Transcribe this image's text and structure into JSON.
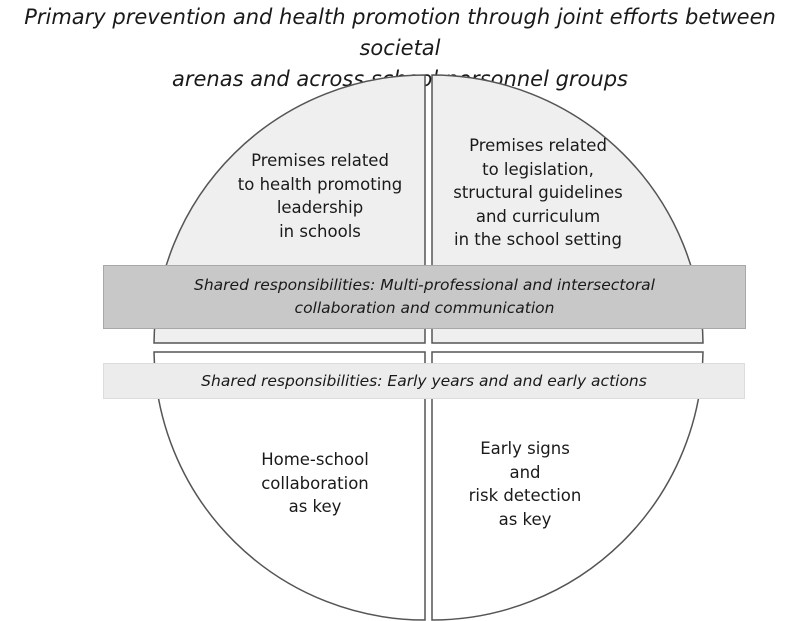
{
  "title": {
    "line1": "Primary prevention and health promotion through joint efforts between societal",
    "line2": "arenas and across school personnel groups"
  },
  "quadrants": {
    "top_left": [
      "Premises related",
      "to health promoting",
      "leadership",
      "in schools"
    ],
    "top_right": [
      "Premises related",
      "to legislation,",
      "structural guidelines",
      "and curriculum",
      "in the school setting"
    ],
    "bottom_left": [
      "Home-school",
      "collaboration",
      "as key"
    ],
    "bottom_right": [
      "Early signs",
      "and",
      "risk detection",
      "as key"
    ]
  },
  "bands": {
    "collaboration": {
      "line1": "Shared responsibilities:  Multi-professional and intersectoral",
      "line2": "collaboration and communication"
    },
    "early_years": {
      "line1": "Shared responsibilities: Early years and and early actions"
    }
  },
  "colors": {
    "top_quadrant_fill": "#efefef",
    "bottom_quadrant_fill": "#ffffff",
    "outline": "#555555",
    "collaboration_band": "#c8c8c8",
    "early_years_band": "#ececec"
  }
}
